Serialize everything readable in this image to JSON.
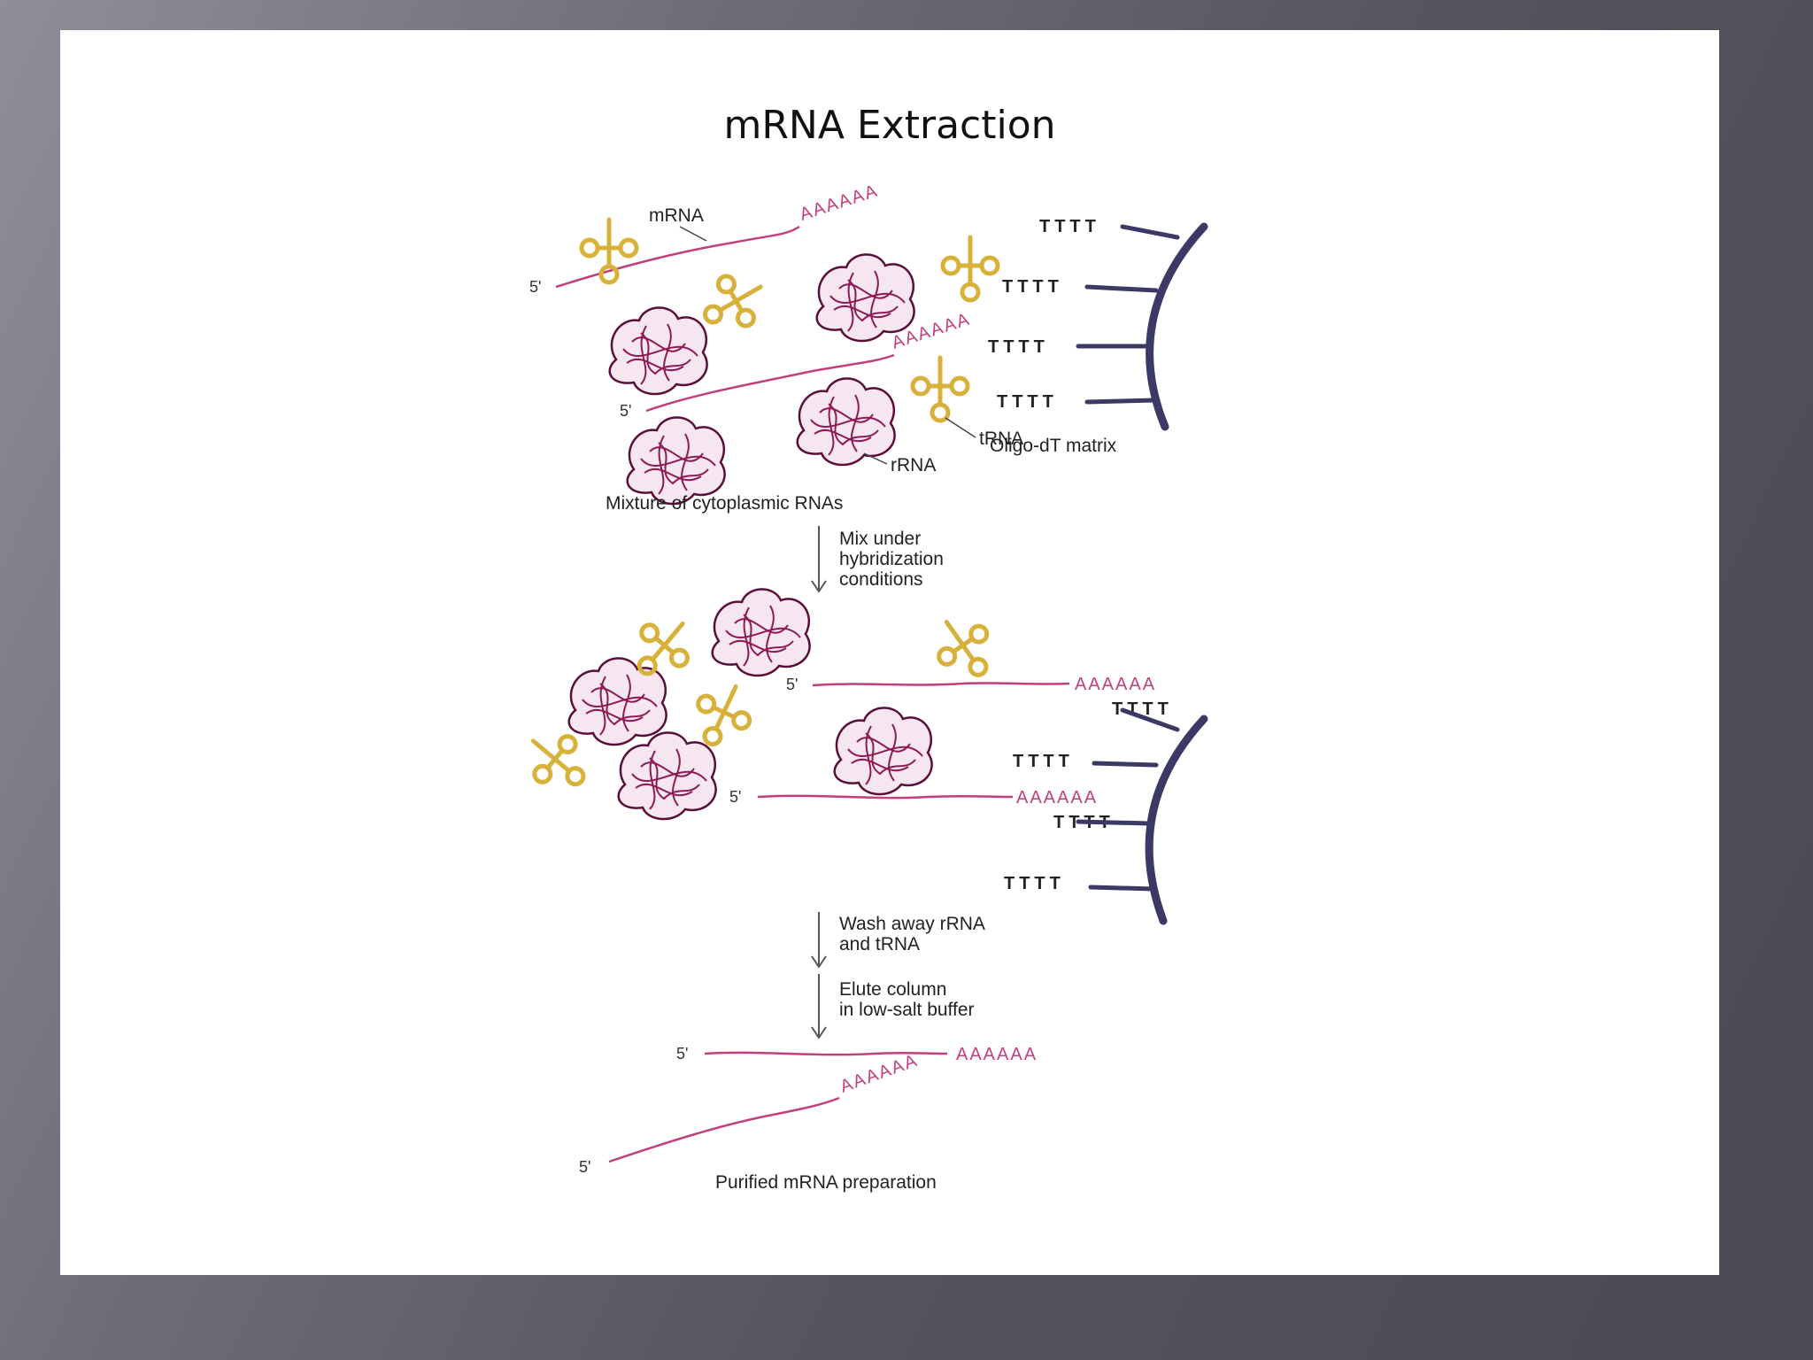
{
  "title": "mRNA Extraction",
  "labels": {
    "mrna": "mRNA",
    "trna": "tRNA",
    "rrna": "rRNA",
    "five_prime": "5'",
    "poly_a": "AAAAAA",
    "tttt": "TTTT",
    "oligo_dt": "Oligo-dT matrix",
    "mixture": "Mixture of cytoplasmic RNAs",
    "purified": "Purified mRNA preparation"
  },
  "steps": {
    "mix": [
      "Mix under",
      "hybridization",
      "conditions"
    ],
    "wash": [
      "Wash away rRNA",
      "and tRNA"
    ],
    "elute": [
      "Elute column",
      "in low-salt buffer"
    ]
  },
  "colors": {
    "mrna": "#c2407e",
    "rrna": "#5a0f3a",
    "trna": "#d8b13a",
    "matrix": "#3b3a66"
  }
}
